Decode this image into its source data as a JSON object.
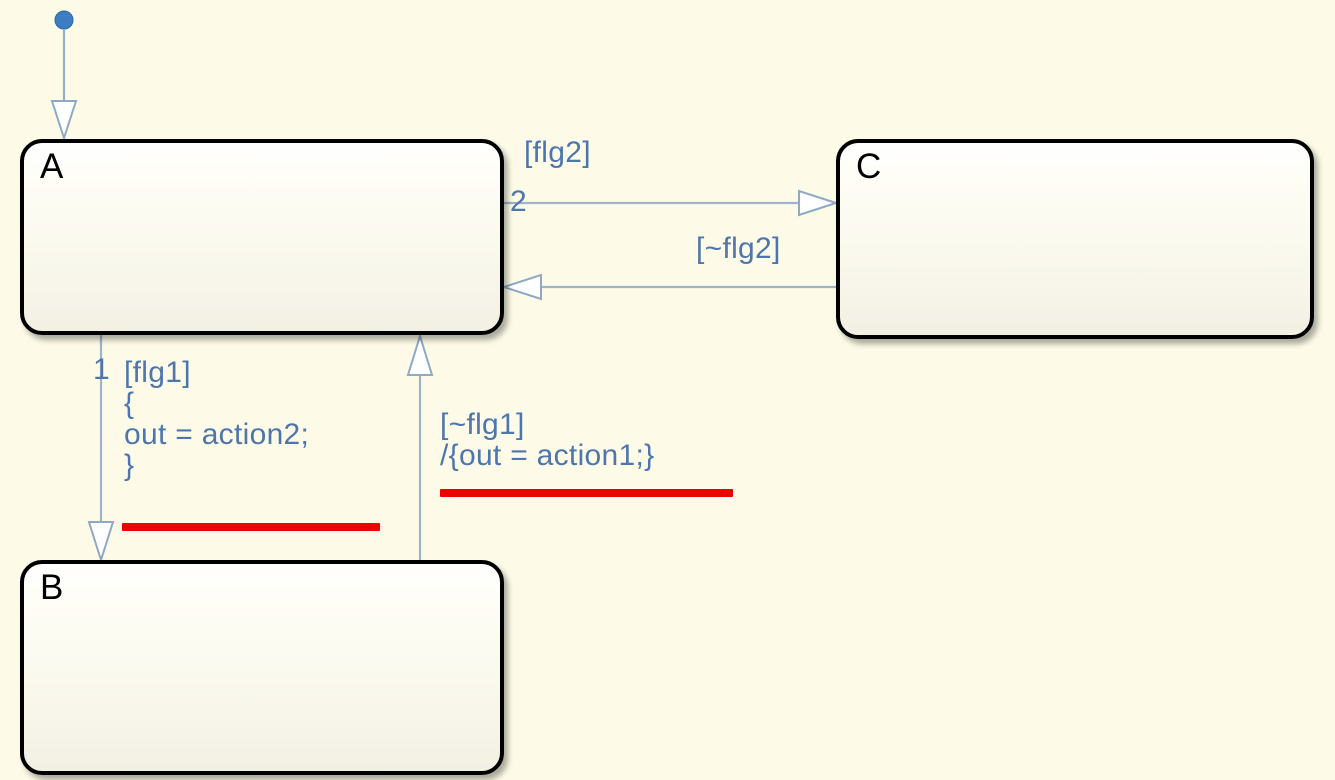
{
  "diagram": {
    "kind": "stateflow-state-chart",
    "background_color": "#fdfbe7",
    "transition_color": "#4d76ae",
    "state_border_color": "#000000",
    "annotation_color": "#ee0000",
    "states": [
      {
        "id": "A",
        "label": "A"
      },
      {
        "id": "B",
        "label": "B"
      },
      {
        "id": "C",
        "label": "C"
      }
    ],
    "default_transition": {
      "name": "default-transition",
      "target": "A"
    },
    "transitions": [
      {
        "id": "a-to-c",
        "from": "A",
        "to": "C",
        "priority": "2",
        "condition": "[flg2]",
        "action": ""
      },
      {
        "id": "c-to-a",
        "from": "C",
        "to": "A",
        "priority": "",
        "condition": "[~flg2]",
        "action": ""
      },
      {
        "id": "a-to-b",
        "from": "A",
        "to": "B",
        "priority": "1",
        "condition": "[flg1]",
        "action_block": "{\nout = action2;\n}"
      },
      {
        "id": "b-to-a",
        "from": "B",
        "to": "A",
        "priority": "",
        "condition": "[~flg1]",
        "action_block": "/{out = action1;}"
      }
    ],
    "annotations": [
      {
        "id": "underline-action2",
        "kind": "red-underline"
      },
      {
        "id": "underline-action1",
        "kind": "red-underline"
      }
    ]
  }
}
